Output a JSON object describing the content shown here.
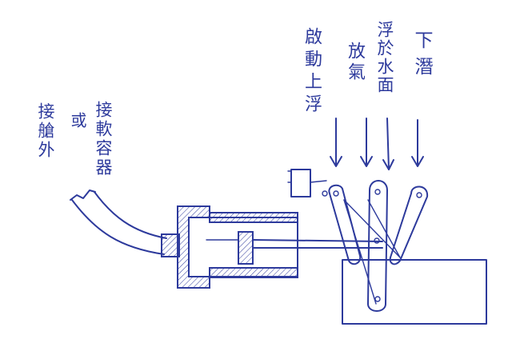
{
  "labels": {
    "outside_hull": "接艙外",
    "or": "或",
    "soft_container": "接軟容器",
    "start_surface": "啟動上浮",
    "release_air": "放氣",
    "float_surface": "浮於水面",
    "dive": "下潛"
  },
  "colors": {
    "ink": "#2d3a9c",
    "paper": "#ffffff"
  }
}
